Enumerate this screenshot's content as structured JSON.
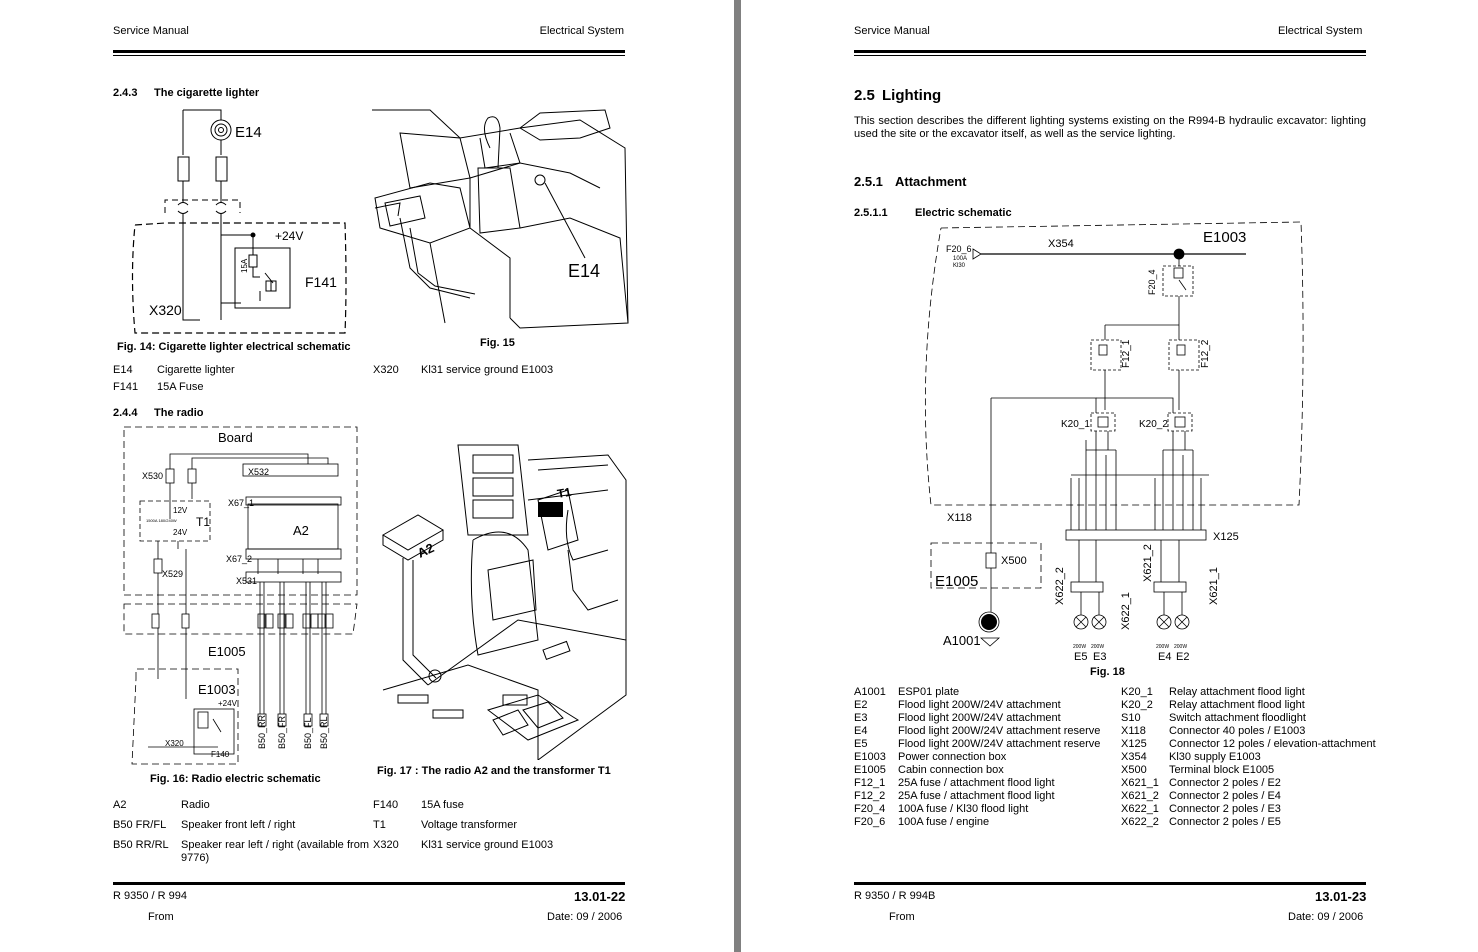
{
  "left_page": {
    "header_left": "Service Manual",
    "header_right": "Electrical System",
    "section_243": {
      "number": "2.4.3",
      "title": "The cigarette lighter"
    },
    "fig14_labels": {
      "e14": "E14",
      "plus24": "+24V",
      "fuse": "15A",
      "f141": "F141",
      "x320": "X320"
    },
    "fig14_caption": "Fig.  14: Cigarette lighter electrical schematic",
    "fig15_label": "E14",
    "fig15_caption": "Fig.  15",
    "legend1": [
      {
        "code": "E14",
        "text": "Cigarette lighter"
      },
      {
        "code": "F141",
        "text": "15A Fuse"
      },
      {
        "code": "X320",
        "text": "Kl31 service ground E1003"
      }
    ],
    "section_244": {
      "number": "2.4.4",
      "title": "The radio"
    },
    "fig16_labels": {
      "board": "Board",
      "x530": "X530",
      "x532": "X532",
      "x67_1": "X67_1",
      "v12": "12V",
      "t1": "T1",
      "t1_spec": "1500A 180/240W",
      "v24": "24V",
      "a2": "A2",
      "x67_2": "X67_2",
      "x529": "X529",
      "x531": "X531",
      "e1005": "E1005",
      "e1003": "E1003",
      "plus24": "+24V",
      "x320": "X320",
      "f140": "F140",
      "b50_rr": "B50_RR",
      "b50_fr": "B50_FR",
      "b50_fl": "B50_FL",
      "b50_rl": "B50_RL"
    },
    "fig16_caption": "Fig.  16: Radio electric schematic",
    "fig17_labels": {
      "a2": "A2",
      "t1": "T1"
    },
    "fig17_caption": "Fig.  17 : The radio A2 and the transformer T1",
    "legend2": [
      {
        "code": "A2",
        "text": "Radio"
      },
      {
        "code": "B50 FR/FL",
        "text": "Speaker front left / right"
      },
      {
        "code": "B50 RR/RL",
        "text": "Speaker rear left / right (available from 9776)"
      },
      {
        "code": "F140",
        "text": "15A fuse"
      },
      {
        "code": "T1",
        "text": "Voltage transformer"
      },
      {
        "code": "X320",
        "text": "Kl31 service ground E1003"
      }
    ],
    "footer": {
      "model": "R 9350 / R 994",
      "page": "13.01-22",
      "from": "From",
      "date": "Date: 09 / 2006"
    }
  },
  "right_page": {
    "header_left": "Service Manual",
    "header_right": "Electrical System",
    "section_25": {
      "number": "2.5",
      "title": "Lighting"
    },
    "intro": "This section describes the different lighting systems existing on the R994-B hydraulic excavator: lighting used the site or the excavator itself, as well as the service lighting.",
    "section_251": {
      "number": "2.5.1",
      "title": "Attachment"
    },
    "section_2511": {
      "number": "2.5.1.1",
      "title": "Electric schematic"
    },
    "fig18_labels": {
      "f20_6": "F20_6",
      "f20_6_spec1": "100A",
      "f20_6_spec2": "Kl30",
      "x354": "X354",
      "e1003": "E1003",
      "f20_4": "F20_4",
      "f12_1": "F12_1",
      "f12_2": "F12_2",
      "k20_1": "K20_1",
      "k20_2": "K20_2",
      "x118": "X118",
      "x125": "X125",
      "x500": "X500",
      "e1005": "E1005",
      "a1001": "A1001",
      "x622_2": "X622_2",
      "x622_1": "X622_1",
      "x621_2": "X621_2",
      "x621_1": "X621_1",
      "w200": "200W",
      "e5": "E5",
      "e3": "E3",
      "e4": "E4",
      "e2": "E2"
    },
    "fig18_caption": "Fig.  18",
    "legend_left": [
      {
        "code": "A1001",
        "text": "ESP01 plate"
      },
      {
        "code": "E2",
        "text": "Flood light 200W/24V attachment"
      },
      {
        "code": "E3",
        "text": "Flood light 200W/24V attachment"
      },
      {
        "code": "E4",
        "text": "Flood light 200W/24V attachment reserve"
      },
      {
        "code": "E5",
        "text": "Flood light 200W/24V attachment reserve"
      },
      {
        "code": "E1003",
        "text": "Power connection box"
      },
      {
        "code": "E1005",
        "text": "Cabin connection box"
      },
      {
        "code": "F12_1",
        "text": "25A fuse / attachment flood light"
      },
      {
        "code": "F12_2",
        "text": "25A fuse / attachment flood light"
      },
      {
        "code": "F20_4",
        "text": "100A fuse / Kl30 flood light"
      },
      {
        "code": "F20_6",
        "text": "100A fuse / engine"
      }
    ],
    "legend_right": [
      {
        "code": "K20_1",
        "text": "Relay attachment flood light"
      },
      {
        "code": "K20_2",
        "text": "Relay attachment flood light"
      },
      {
        "code": "S10",
        "text": "Switch attachment floodlight"
      },
      {
        "code": "X118",
        "text": "Connector 40 poles / E1003"
      },
      {
        "code": "X125",
        "text": "Connector 12 poles / elevation-attachment"
      },
      {
        "code": "X354",
        "text": "Kl30 supply E1003"
      },
      {
        "code": "X500",
        "text": "Terminal block E1005"
      },
      {
        "code": "X621_1",
        "text": "Connector 2 poles / E2"
      },
      {
        "code": "X621_2",
        "text": "Connector 2 poles / E4"
      },
      {
        "code": "X622_1",
        "text": "Connector 2 poles / E3"
      },
      {
        "code": "X622_2",
        "text": "Connector 2 poles / E5"
      }
    ],
    "footer": {
      "model": "R 9350 / R 994B",
      "page": "13.01-23",
      "from": "From",
      "date": "Date: 09 / 2006"
    }
  }
}
